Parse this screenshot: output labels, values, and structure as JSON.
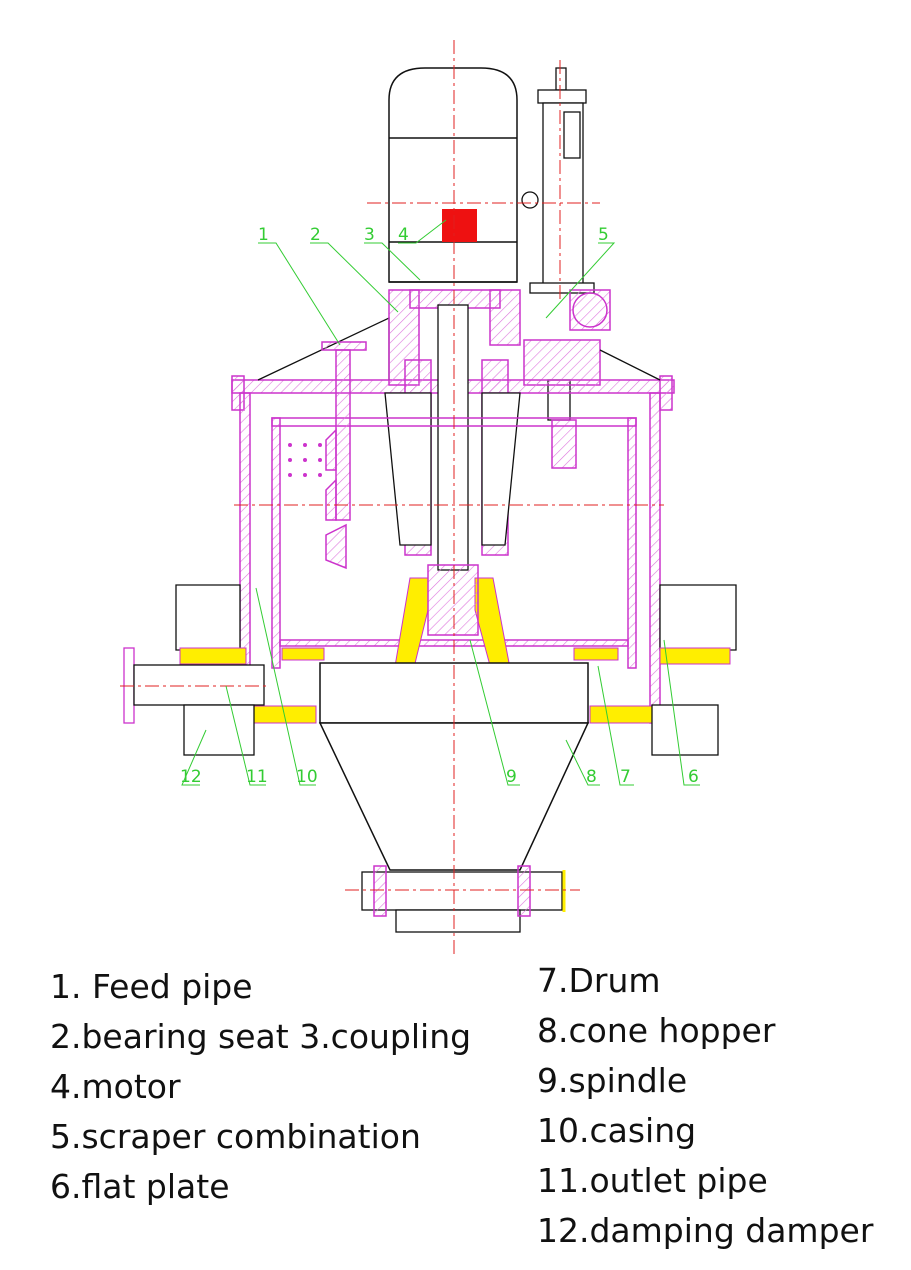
{
  "callouts": [
    "1",
    "2",
    "3",
    "4",
    "5",
    "6",
    "7",
    "8",
    "9",
    "10",
    "11",
    "12"
  ],
  "legend_left": [
    "1. Feed pipe",
    "2.bearing seat 3.coupling",
    "4.motor",
    "5.scraper combination",
    "6.flat plate"
  ],
  "legend_right": [
    "7.Drum",
    "8.cone hopper",
    "9.spindle",
    "10.casing",
    "11.outlet pipe",
    "12.damping damper"
  ],
  "colors": {
    "outline": "#cc33cc",
    "hatch": "#dd77dd",
    "centerline": "#e02020",
    "leader": "#33cc33",
    "motor_mark": "#ee1111",
    "damper": "#ffee00",
    "body": "#111111"
  }
}
